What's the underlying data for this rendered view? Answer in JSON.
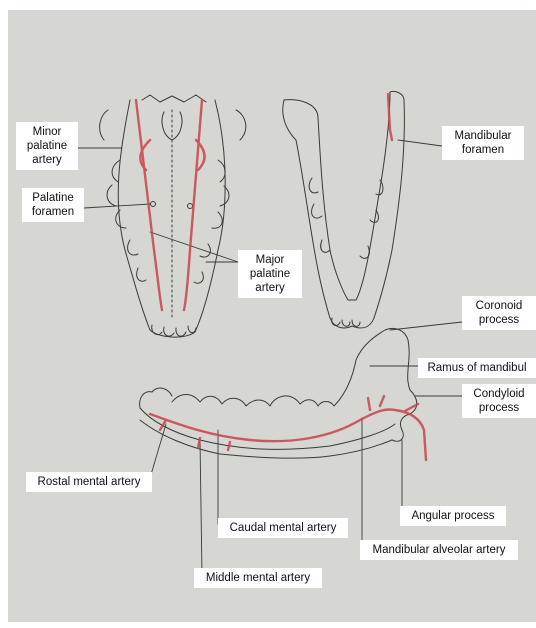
{
  "colors": {
    "paper": "#d6d6d3",
    "artery": "#c9444b",
    "pencil": "#3a3a3a",
    "label_bg": "#ffffff"
  },
  "labels": {
    "minor_palatine": "Minor palatine artery",
    "palatine_foramen": "Palatine foramen",
    "major_palatine": "Major palatine artery",
    "mandibular_foramen": "Mandibular foramen",
    "coronoid": "Coronoid process",
    "ramus": "Ramus of mandibul",
    "condyloid": "Condyloid process",
    "rostral_mental": "Rostal mental artery",
    "angular": "Angular process",
    "caudal_mental": "Caudal mental artery",
    "mandibular_alveolar": "Mandibular alveolar artery",
    "middle_mental": "Middle mental artery"
  }
}
